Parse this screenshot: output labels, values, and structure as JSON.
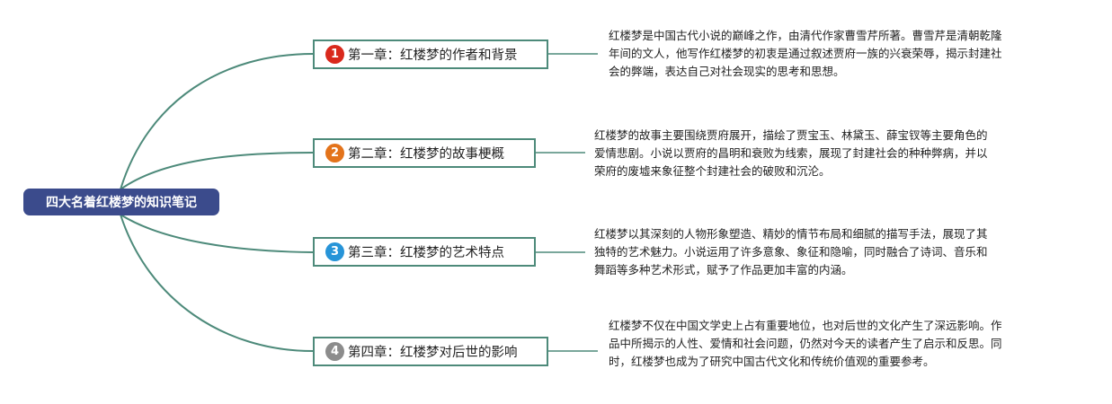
{
  "root": {
    "title": "四大名着红楼梦的知识笔记"
  },
  "colors": {
    "root_fill": "#3b4b8c",
    "branch_line": "#4d8a7a",
    "badge_1": "#d9291c",
    "badge_2": "#e3731b",
    "badge_3": "#2794d8",
    "badge_4": "#8c8c8c"
  },
  "chapters": [
    {
      "number": "1",
      "label": "第一章：红楼梦的作者和背景",
      "lines": [
        "红楼梦是中国古代小说的巅峰之作，由清代作家曹雪芹所著。曹雪芹是清朝乾隆",
        "年间的文人，他写作红楼梦的初衷是通过叙述贾府一族的兴衰荣辱，揭示封建社",
        "会的弊端，表达自己对社会现实的思考和思想。"
      ]
    },
    {
      "number": "2",
      "label": "第二章：红楼梦的故事梗概",
      "lines": [
        "红楼梦的故事主要围绕贾府展开，描绘了贾宝玉、林黛玉、薛宝钗等主要角色的",
        "爱情悲剧。小说以贾府的昌明和衰败为线索，展现了封建社会的种种弊病，并以",
        "荣府的废墟来象征整个封建社会的破败和沉沦。"
      ]
    },
    {
      "number": "3",
      "label": "第三章：红楼梦的艺术特点",
      "lines": [
        "红楼梦以其深刻的人物形象塑造、精妙的情节布局和细腻的描写手法，展现了其",
        "独特的艺术魅力。小说运用了许多意象、象征和隐喻，同时融合了诗词、音乐和",
        "舞蹈等多种艺术形式，赋予了作品更加丰富的内涵。"
      ]
    },
    {
      "number": "4",
      "label": "第四章：红楼梦对后世的影响",
      "lines": [
        "红楼梦不仅在中国文学史上占有重要地位，也对后世的文化产生了深远影响。作",
        "品中所揭示的人性、爱情和社会问题，仍然对今天的读者产生了启示和反思。同",
        "时，红楼梦也成为了研究中国古代文化和传统价值观的重要参考。"
      ]
    }
  ]
}
